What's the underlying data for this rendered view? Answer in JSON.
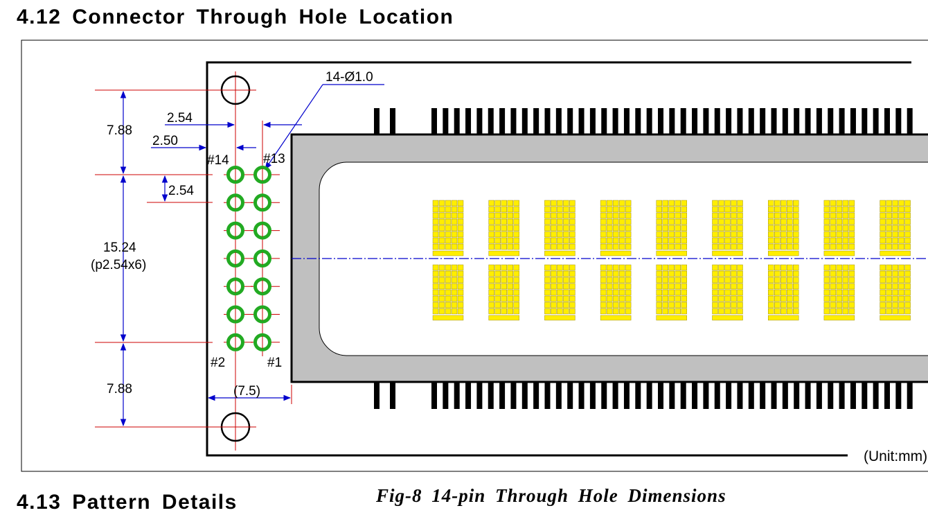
{
  "sections": {
    "connector_title": "4.12  Connector  Through  Hole  Location",
    "pattern_title": "4.13  Pattern  Details"
  },
  "figure": {
    "caption": "Fig-8  14-pin  Through  Hole  Dimensions",
    "unit": "(Unit:mm)",
    "hole_callout": "14-Ø1.0",
    "dimensions": {
      "top_margin": "7.88",
      "bottom_margin": "7.88",
      "span": "15.24",
      "span_note": "(p2.54x6)",
      "column_pitch": "2.54",
      "edge_offset": "2.50",
      "row_pitch": "2.54",
      "board_offset": "(7.5)"
    },
    "pin_labels": {
      "top_left": "#14",
      "top_right": "#13",
      "bottom_left": "#2",
      "bottom_right": "#1"
    },
    "pins": {
      "count": 14,
      "columns": 2,
      "rows": 7
    },
    "display": {
      "char_columns_visible": 9,
      "char_rows": 2,
      "dot_columns": 5,
      "dot_rows": 8
    },
    "colors": {
      "dimension_line": "#cc0000",
      "leader_line": "#0000cc",
      "pad": "#22aa22",
      "lcd_dot": "#ffee00",
      "bezel": "#c0c0c0"
    }
  }
}
